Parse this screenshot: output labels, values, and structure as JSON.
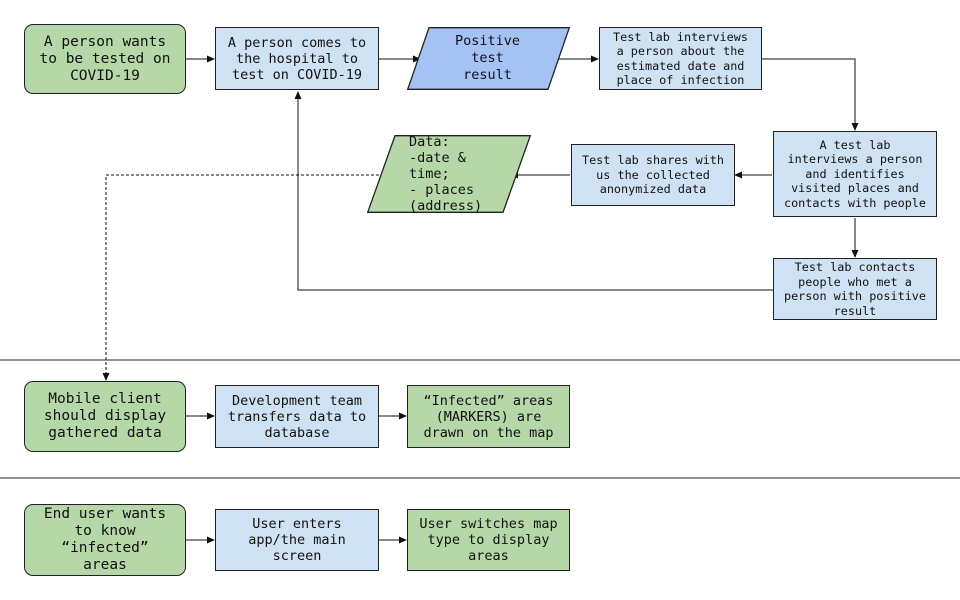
{
  "colors": {
    "start_fill": "#b6d7a8",
    "process_fill": "#cfe2f3",
    "result_fill": "#a4c2f4",
    "data_fill": "#b6d7a8",
    "stroke": "#222222"
  },
  "section1": {
    "start": "A person wants\nto be tested on\nCOVID-19",
    "hospital": "A person comes to\nthe hospital to\ntest on COVID-19",
    "positive": "Positive\ntest\nresult",
    "interview1": "Test lab interviews\na person about the\nestimated date and\nplace of infection",
    "interview2": "A test lab\ninterviews a person\nand identifies\nvisited places and\ncontacts with people",
    "shares": "Test lab shares with\nus the collected\nanonymized data",
    "data": "Data:\n-date &\ntime;\n- places\n(address)",
    "contacts": "Test lab contacts\npeople who met a\nperson with positive\nresult"
  },
  "section2": {
    "start": "Mobile client\nshould display\ngathered data",
    "transfer": "Development team\ntransfers data to\ndatabase",
    "markers": "“Infected” areas\n(MARKERS) are\ndrawn on the map"
  },
  "section3": {
    "start": "End user wants\nto know\n“infected”\nareas",
    "enter": "User enters\napp/the main\nscreen",
    "switch": "User switches map\ntype to display\nareas"
  }
}
